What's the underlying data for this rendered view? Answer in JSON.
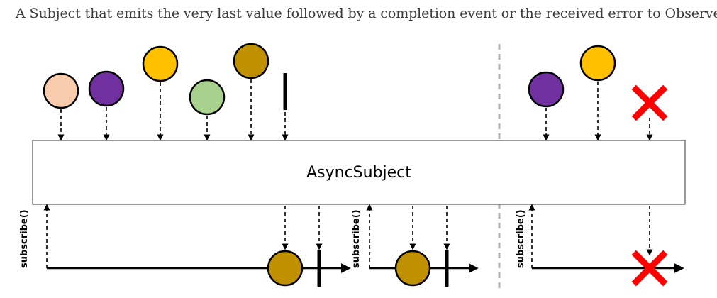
{
  "caption": "A Subject that emits the very last value followed by a completion event or the received error to Observers.",
  "subject_label": "AsyncSubject",
  "subscribe_label": "subscribe()",
  "colors": {
    "peach": "#f8cbad",
    "purple": "#7030a0",
    "yellow": "#ffc000",
    "green": "#a9d18e",
    "gold": "#bf9000",
    "error": "#ff0000",
    "divider": "#b0b0b0"
  },
  "input_emissions_left": [
    {
      "kind": "value",
      "color": "peach"
    },
    {
      "kind": "value",
      "color": "purple"
    },
    {
      "kind": "value",
      "color": "yellow"
    },
    {
      "kind": "value",
      "color": "green"
    },
    {
      "kind": "value",
      "color": "gold"
    },
    {
      "kind": "complete"
    }
  ],
  "input_emissions_right": [
    {
      "kind": "value",
      "color": "purple"
    },
    {
      "kind": "value",
      "color": "yellow"
    },
    {
      "kind": "error"
    }
  ],
  "observers": [
    {
      "emits": [
        {
          "kind": "value",
          "color": "gold"
        },
        {
          "kind": "complete"
        }
      ]
    },
    {
      "emits": [
        {
          "kind": "value",
          "color": "gold"
        },
        {
          "kind": "complete"
        }
      ]
    },
    {
      "emits": [
        {
          "kind": "error"
        }
      ]
    }
  ]
}
